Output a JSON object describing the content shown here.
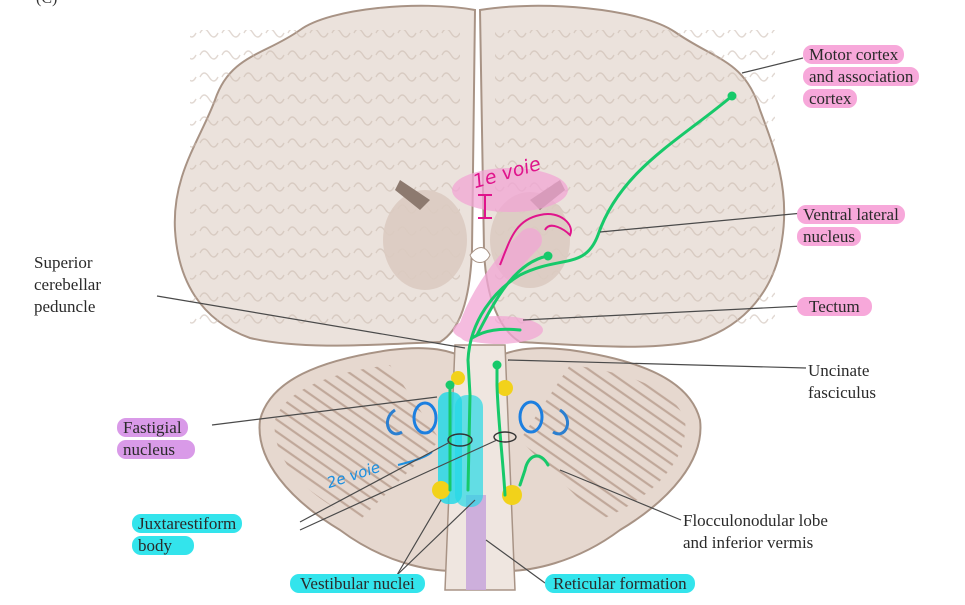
{
  "figure": {
    "panel_fragment": "(C)",
    "labels": {
      "motor_cortex": [
        "Motor cortex",
        "and association",
        "cortex"
      ],
      "ventral_lateral": [
        "Ventral lateral",
        "nucleus"
      ],
      "tectum": "Tectum",
      "uncinate": [
        "Uncinate",
        "fasciculus"
      ],
      "superior_peduncle": [
        "Superior",
        "cerebellar",
        "peduncle"
      ],
      "fastigial": [
        "Fastigial",
        "nucleus"
      ],
      "juxtarestiform": [
        "Juxtarestiform",
        "body"
      ],
      "vestibular": "Vestibular nuclei",
      "reticular": "Reticular formation",
      "flocculonodular": [
        "Flocculonodular lobe",
        "and inferior vermis"
      ]
    },
    "annotations": {
      "first_path": "1e voie",
      "second_path": "2e voie"
    },
    "colors": {
      "pink_highlight": "#f7a8da",
      "purple_highlight": "#d99ae8",
      "cyan_highlight": "#33e4ec",
      "pathway_green": "#17c96a",
      "handwriting_pink": "#e0148c",
      "handwriting_blue": "#1c8fe0",
      "tissue": "#ece4df",
      "tissue_outline": "#b4a49a"
    }
  }
}
